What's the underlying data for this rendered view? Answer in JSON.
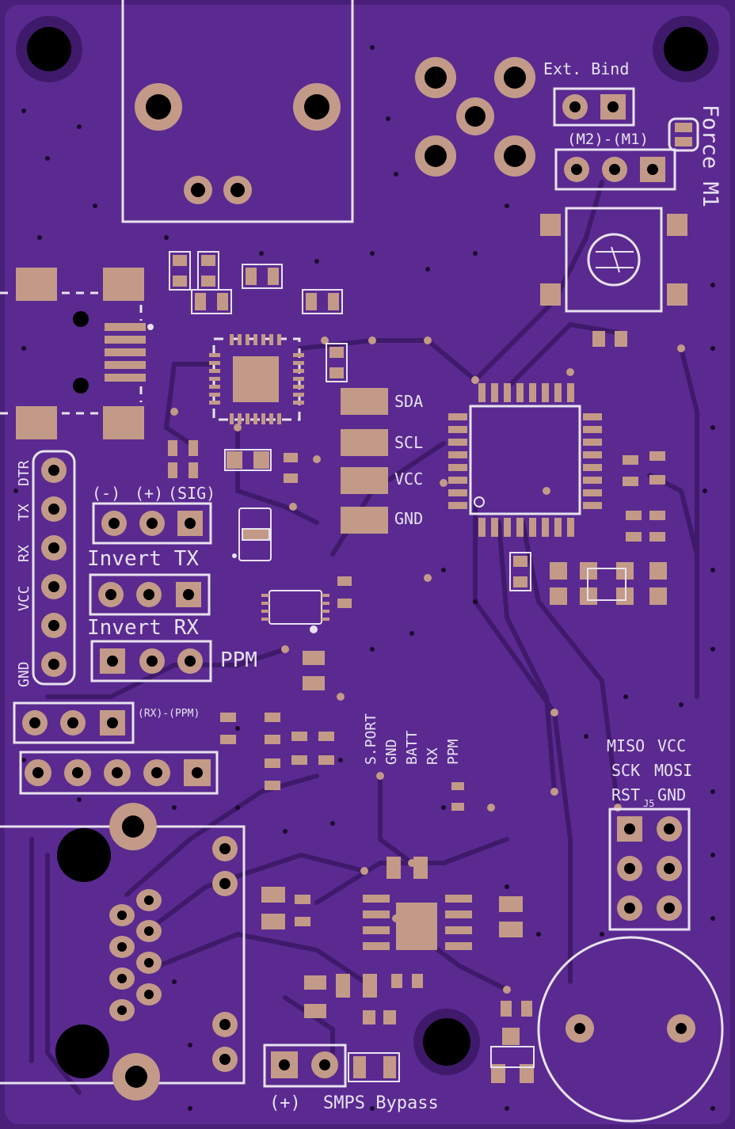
{
  "colors": {
    "board": "#4a1f7a",
    "copper": "#5a2a91",
    "trace": "#3f1a6b",
    "pad": "#c39a87",
    "silk": "#e8e2f0",
    "hole": "#000000"
  },
  "silkscreen": {
    "ext_bind": "Ext. Bind",
    "m2_m1": "(M2)-(M1)",
    "force_m1": "Force M1",
    "sda": "SDA",
    "scl": "SCL",
    "vcc": "VCC",
    "gnd": "GND",
    "dtr": "DTR",
    "tx": "TX",
    "rx": "RX",
    "hdr_vcc": "VCC",
    "hdr_gnd": "GND",
    "minus": "(-)",
    "plus": "(+)",
    "sig": "(SIG)",
    "invert_tx": "Invert TX",
    "invert_rx": "Invert RX",
    "ppm": "PPM",
    "rx_ppm": "(RX)-(PPM)",
    "sport": "S.PORT",
    "port_gnd": "GND",
    "batt": "BATT",
    "port_rx": "RX",
    "port_ppm": "PPM",
    "miso": "MISO",
    "isp_vcc": "VCC",
    "sck": "SCK",
    "mosi": "MOSI",
    "rst": "RST",
    "isp_gnd": "GND",
    "j5": "J5",
    "smps_plus": "(+)",
    "smps_bypass": "SMPS Bypass"
  }
}
